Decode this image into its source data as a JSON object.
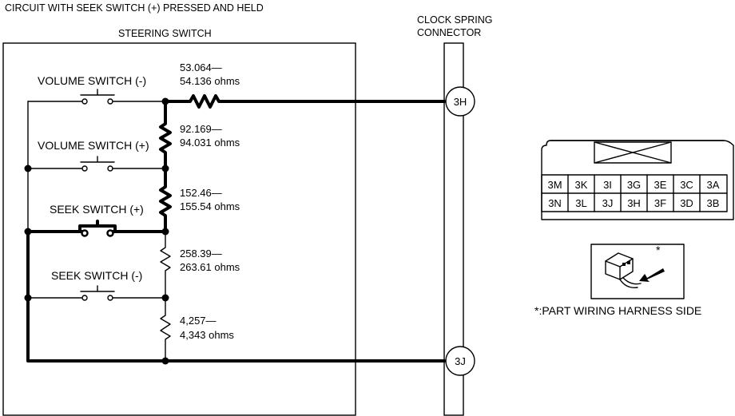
{
  "title": "CIRCUIT WITH SEEK SWITCH (+) PRESSED AND HELD",
  "steering_switch": {
    "label": "STEERING SWITCH",
    "switches": [
      {
        "id": "vol-minus",
        "label": "VOLUME SWITCH (-)"
      },
      {
        "id": "vol-plus",
        "label": "VOLUME SWITCH (+)"
      },
      {
        "id": "seek-plus",
        "label": "SEEK SWITCH (+)",
        "pressed": true
      },
      {
        "id": "seek-minus",
        "label": "SEEK SWITCH (-)"
      }
    ],
    "resistors": [
      {
        "id": "r1",
        "min": "53.064—",
        "max": "54.136 ohms"
      },
      {
        "id": "r2",
        "min": "92.169—",
        "max": "94.031 ohms"
      },
      {
        "id": "r3",
        "min": "152.46—",
        "max": "155.54 ohms"
      },
      {
        "id": "r4",
        "min": "258.39—",
        "max": "263.61 ohms"
      },
      {
        "id": "r5",
        "min": "4,257—",
        "max": "4,343 ohms"
      }
    ]
  },
  "clock_spring": {
    "label_line1": "CLOCK SPRING",
    "label_line2": "CONNECTOR",
    "pin_top": "3H",
    "pin_bottom": "3J"
  },
  "connector": {
    "row1": [
      "3M",
      "3K",
      "3I",
      "3G",
      "3E",
      "3C",
      "3A"
    ],
    "row2": [
      "3N",
      "3L",
      "3J",
      "3H",
      "3F",
      "3D",
      "3B"
    ],
    "harness_note": "*:PART WIRING HARNESS SIDE",
    "asterisk": "*"
  }
}
